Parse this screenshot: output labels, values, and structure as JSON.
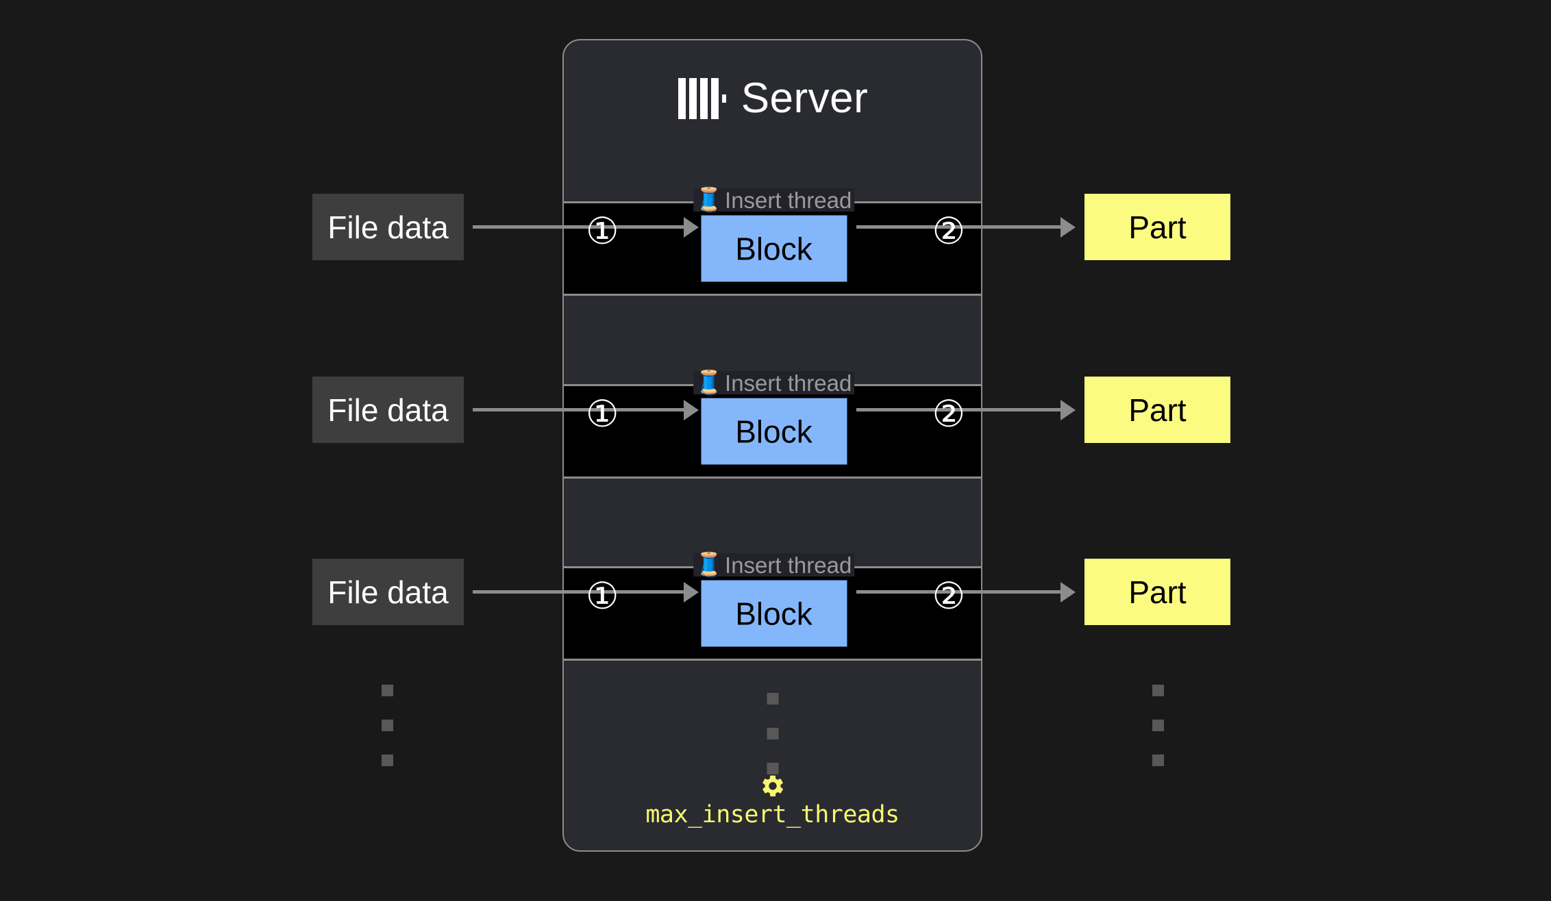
{
  "page": {
    "background_color": "#191919"
  },
  "server": {
    "title": "Server",
    "logo_icon": "clickhouse-logo-icon",
    "panel_color": "#2a2b31",
    "border_color": "#8c8c8c"
  },
  "threads": [
    {
      "label": "Insert thread",
      "emoji": "🧵",
      "emoji_icon": "thread-spool-icon",
      "block_label": "Block",
      "step_in": "①",
      "step_out": "②",
      "source_label": "File data",
      "target_label": "Part"
    },
    {
      "label": "Insert thread",
      "emoji": "🧵",
      "emoji_icon": "thread-spool-icon",
      "block_label": "Block",
      "step_in": "①",
      "step_out": "②",
      "source_label": "File data",
      "target_label": "Part"
    },
    {
      "label": "Insert thread",
      "emoji": "🧵",
      "emoji_icon": "thread-spool-icon",
      "block_label": "Block",
      "step_in": "①",
      "step_out": "②",
      "source_label": "File data",
      "target_label": "Part"
    }
  ],
  "setting": {
    "icon": "gear-icon",
    "name": "max_insert_threads",
    "color": "#f7f771"
  },
  "colors": {
    "block": "#84b6fb",
    "part": "#fbfb81",
    "file_data": "#3e3e3e",
    "arrow": "#8c8c8c",
    "thread_label": "#9b9b9b",
    "ellipsis_dot": "#585858"
  },
  "ellipsis": {
    "dot_count": 3,
    "columns": [
      "file-data-column",
      "server-column",
      "part-column"
    ]
  }
}
